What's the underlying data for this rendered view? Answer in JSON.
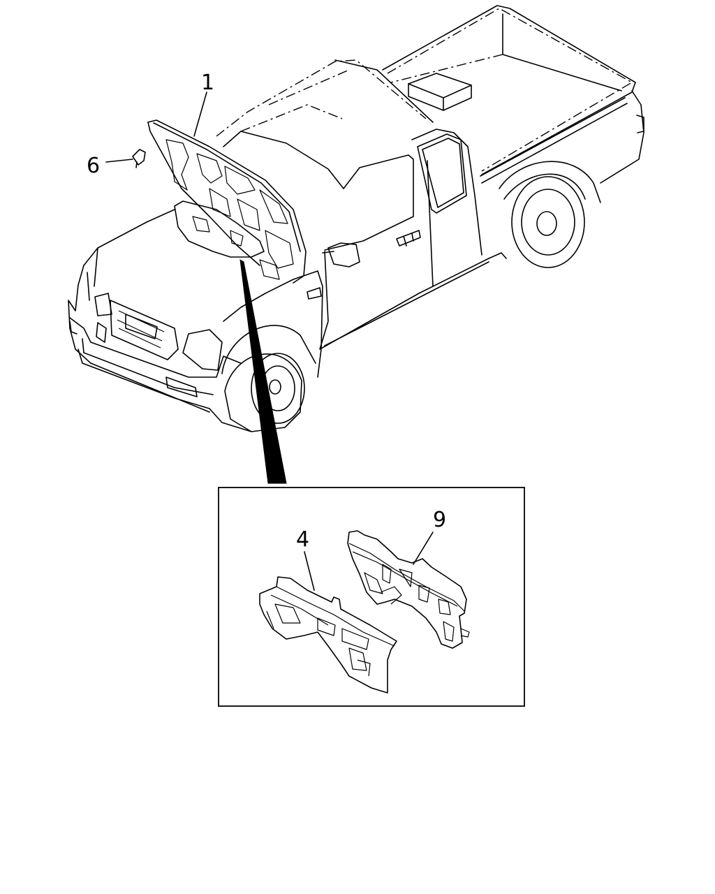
{
  "callouts": {
    "hood_insulator": "1",
    "clip": "6",
    "insulator_left": "4",
    "insulator_right": "9"
  },
  "colors": {
    "line": "#000000",
    "background": "#ffffff"
  }
}
